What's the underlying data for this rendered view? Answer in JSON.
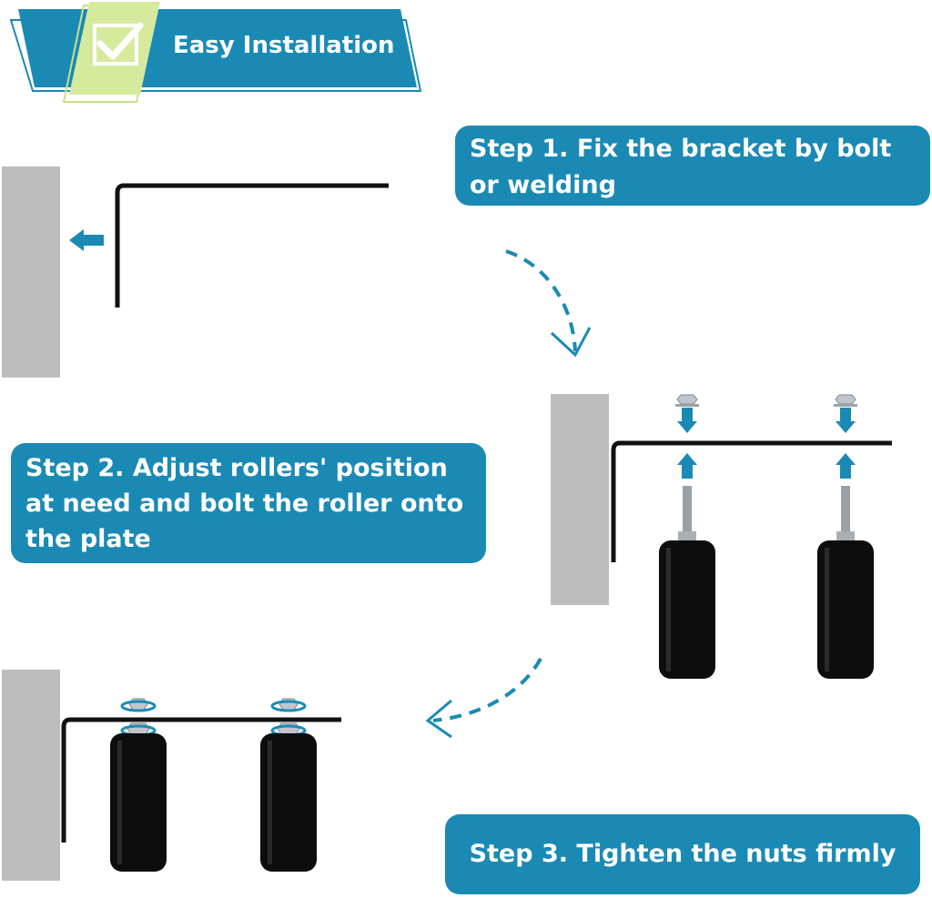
{
  "banner": {
    "title": "Easy Installation",
    "check_icon": "check-icon"
  },
  "steps": [
    {
      "text": "Step 1. Fix the bracket by bolt or welding"
    },
    {
      "text": "Step 2. Adjust rollers' position at need and bolt the roller onto the plate"
    },
    {
      "text": "Step 3. Tighten the nuts firmly"
    }
  ],
  "colors": {
    "accent": "#1a8ab5",
    "banner_check_bg": "#d6ea9e",
    "wall": "#bdbdbd",
    "bracket": "#111111",
    "roller": "#0d0d0d"
  }
}
